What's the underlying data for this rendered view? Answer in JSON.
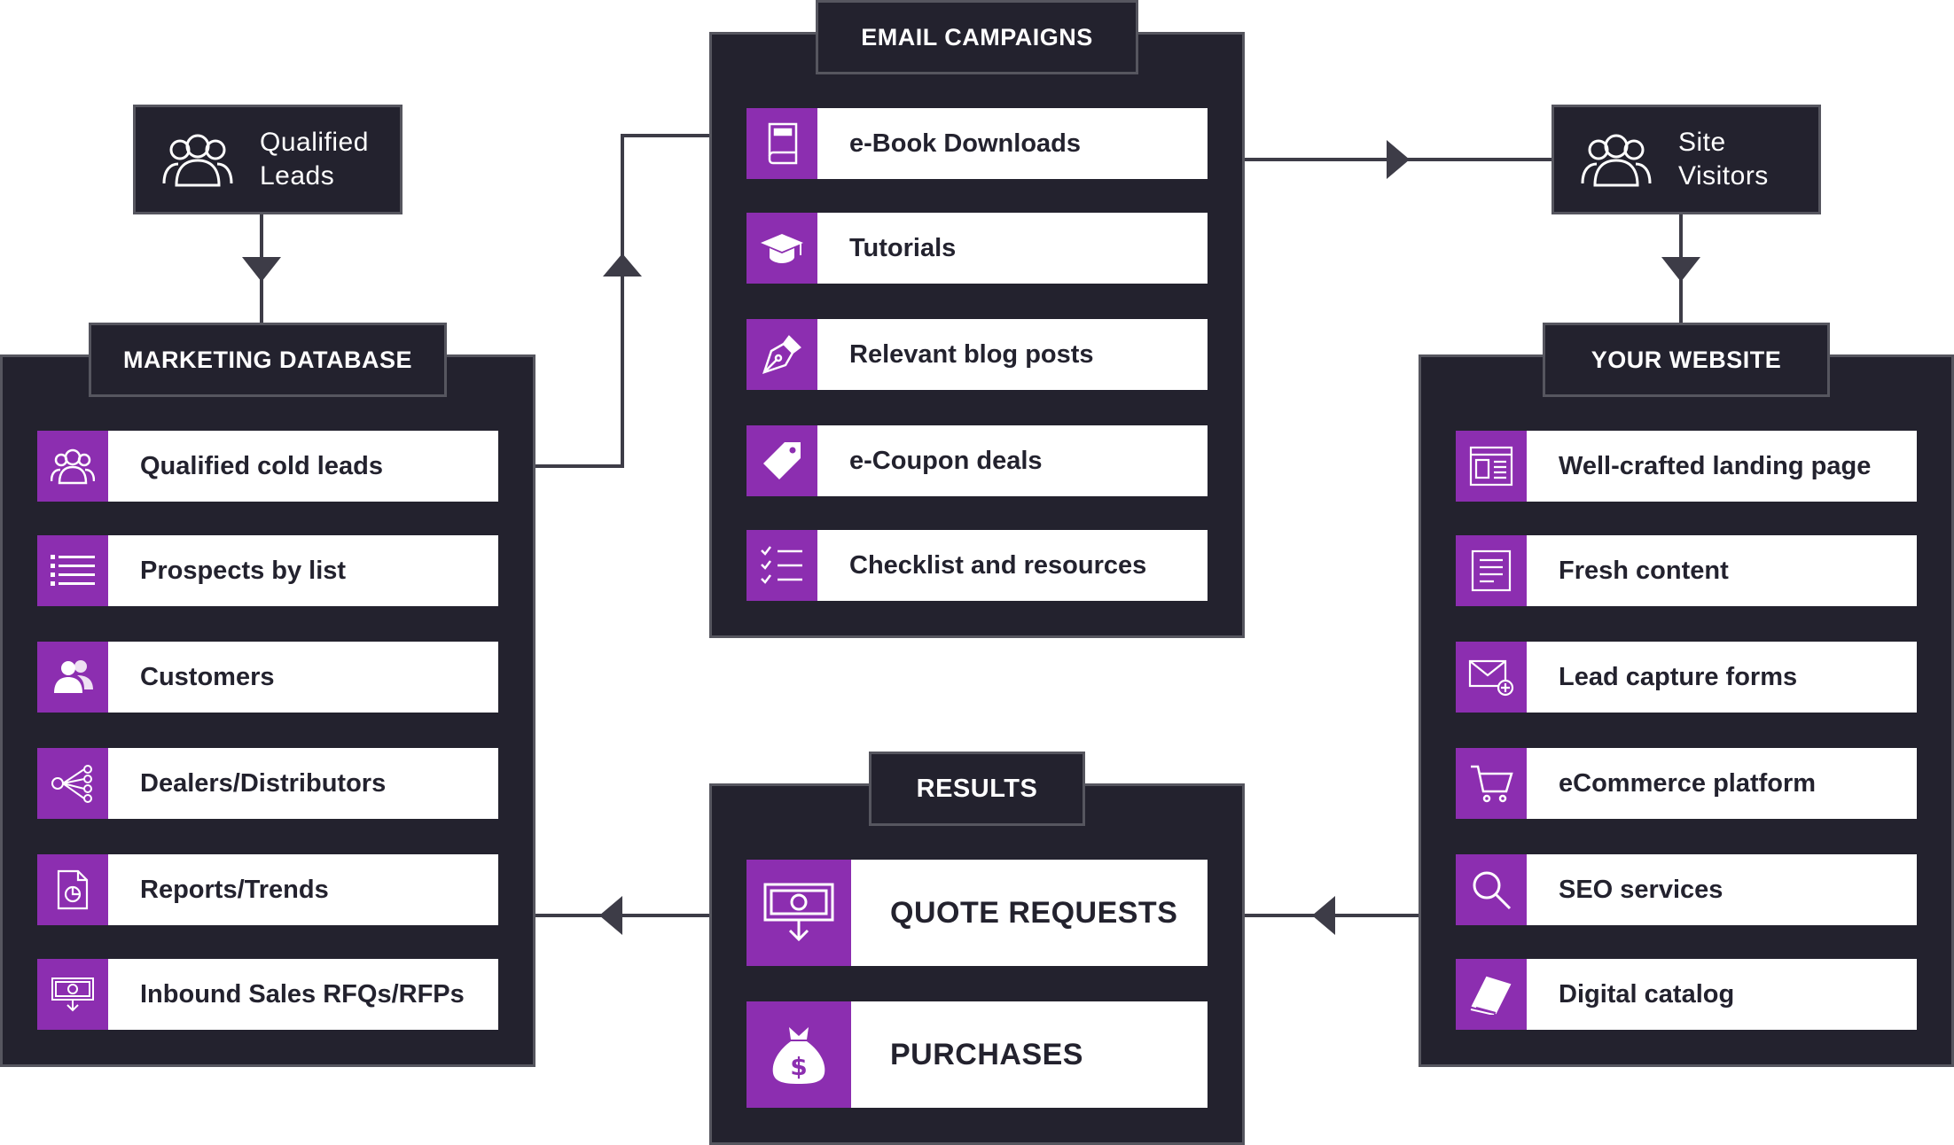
{
  "sources": {
    "qualified_leads": {
      "line1": "Qualified",
      "line2": "Leads",
      "icon": "people-group-icon"
    },
    "site_visitors": {
      "line1": "Site",
      "line2": "Visitors",
      "icon": "people-group-icon"
    }
  },
  "marketing_database": {
    "title": "MARKETING DATABASE",
    "items": [
      {
        "label": "Qualified cold leads",
        "icon": "people-outline-icon"
      },
      {
        "label": "Prospects by list",
        "icon": "list-icon"
      },
      {
        "label": "Customers",
        "icon": "customers-icon"
      },
      {
        "label": "Dealers/Distributors",
        "icon": "network-icon"
      },
      {
        "label": "Reports/Trends",
        "icon": "report-icon"
      },
      {
        "label": "Inbound Sales RFQs/RFPs",
        "icon": "money-download-icon"
      }
    ]
  },
  "email_campaigns": {
    "title": "EMAIL CAMPAIGNS",
    "items": [
      {
        "label": "e-Book Downloads",
        "icon": "book-icon"
      },
      {
        "label": "Tutorials",
        "icon": "graduation-cap-icon"
      },
      {
        "label": "Relevant blog posts",
        "icon": "pen-nib-icon"
      },
      {
        "label": "e-Coupon deals",
        "icon": "tag-icon"
      },
      {
        "label": "Checklist and resources",
        "icon": "checklist-icon"
      }
    ]
  },
  "your_website": {
    "title": "YOUR WEBSITE",
    "items": [
      {
        "label": "Well-crafted landing page",
        "icon": "landing-page-icon"
      },
      {
        "label": "Fresh content",
        "icon": "document-icon"
      },
      {
        "label": "Lead capture forms",
        "icon": "envelope-add-icon"
      },
      {
        "label": "eCommerce platform",
        "icon": "cart-icon"
      },
      {
        "label": "SEO services",
        "icon": "search-icon"
      },
      {
        "label": "Digital catalog",
        "icon": "catalog-icon"
      }
    ]
  },
  "results": {
    "title": "RESULTS",
    "items": [
      {
        "label": "QUOTE REQUESTS",
        "icon": "money-download-icon"
      },
      {
        "label": "PURCHASES",
        "icon": "money-bag-icon"
      }
    ]
  },
  "colors": {
    "panel": "#23222e",
    "border": "#56565f",
    "accent": "#8c2eb0",
    "connector": "#3d3c47"
  }
}
